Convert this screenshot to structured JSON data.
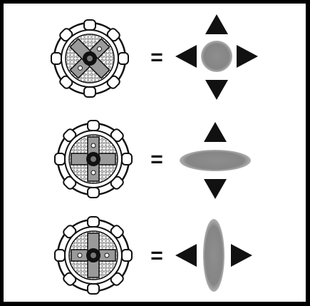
{
  "colors": {
    "background": "#000000",
    "panel": "#ffffff",
    "ink": "#111111",
    "spot_gray": "#8a8a8a",
    "dimple": "#9a9a9a"
  },
  "rows": [
    {
      "knob": "knob-diagonal-cross-icon",
      "equals": "=",
      "spray": "round-spot",
      "arrows": [
        "up",
        "down",
        "left",
        "right"
      ]
    },
    {
      "knob": "knob-vertical-bar-icon",
      "equals": "=",
      "spray": "horizontal-fan",
      "arrows": [
        "up",
        "down"
      ]
    },
    {
      "knob": "knob-horizontal-bar-icon",
      "equals": "=",
      "spray": "vertical-fan",
      "arrows": [
        "left",
        "right"
      ]
    }
  ]
}
